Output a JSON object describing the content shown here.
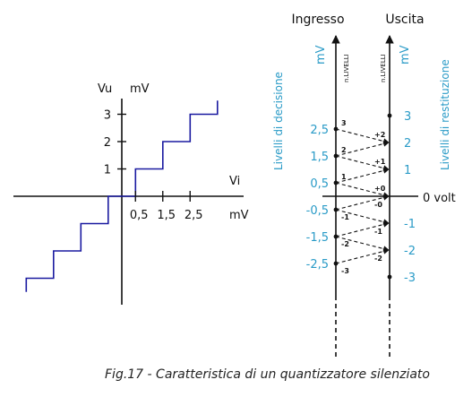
{
  "graph": {
    "vu_label": "Vu",
    "vu_unit": "mV",
    "vi_label": "Vi",
    "vi_unit": "mV",
    "y_ticks": [
      "1",
      "2",
      "3"
    ],
    "x_ticks": [
      "0,5",
      "1,5",
      "2,5"
    ],
    "line_color": "#1a1aa0"
  },
  "chart_data": {
    "type": "line",
    "x": [
      -3.5,
      -3.5,
      -2.5,
      -2.5,
      -1.5,
      -1.5,
      -0.5,
      -0.5,
      0.5,
      0.5,
      1.5,
      1.5,
      2.5,
      2.5,
      3.5,
      3.5
    ],
    "y": [
      -3.5,
      -3,
      -3,
      -2,
      -2,
      -1,
      -1,
      0,
      0,
      1,
      1,
      2,
      2,
      3,
      3,
      3.5
    ],
    "xlabel": "Vi",
    "ylabel": "Vu",
    "xunit": "mV",
    "yunit": "mV"
  },
  "quantizer": {
    "input_title": "Ingresso",
    "output_title": "Uscita",
    "left_unit": "mV",
    "right_unit": "mV",
    "left_axis_text": "n.LIVELLI",
    "right_axis_text": "n.LIVELLI",
    "decision_label": "Livelli di decisione",
    "restitution_label": "Livelli di restituzione",
    "zero_label": "0 volt",
    "accent_color": "#2a9bc7",
    "decision_levels": [
      {
        "value": "2,5",
        "index": "3"
      },
      {
        "value": "1,5",
        "index": "2"
      },
      {
        "value": "0,5",
        "index": "1"
      },
      {
        "value": "-0,5",
        "index": "-1"
      },
      {
        "value": "-1,5",
        "index": "-2"
      },
      {
        "value": "-2,5",
        "index": "-3"
      }
    ],
    "output_levels": [
      {
        "value": "3",
        "index": ""
      },
      {
        "value": "2",
        "index": "+2"
      },
      {
        "value": "1",
        "index": "+1"
      },
      {
        "value": "",
        "index": "+0"
      },
      {
        "value": "",
        "index": "-0"
      },
      {
        "value": "-1",
        "index": "-1"
      },
      {
        "value": "-2",
        "index": "-2"
      },
      {
        "value": "-3",
        "index": ""
      }
    ]
  },
  "caption": "Fig.17 - Caratteristica di un quantizzatore silenziato"
}
